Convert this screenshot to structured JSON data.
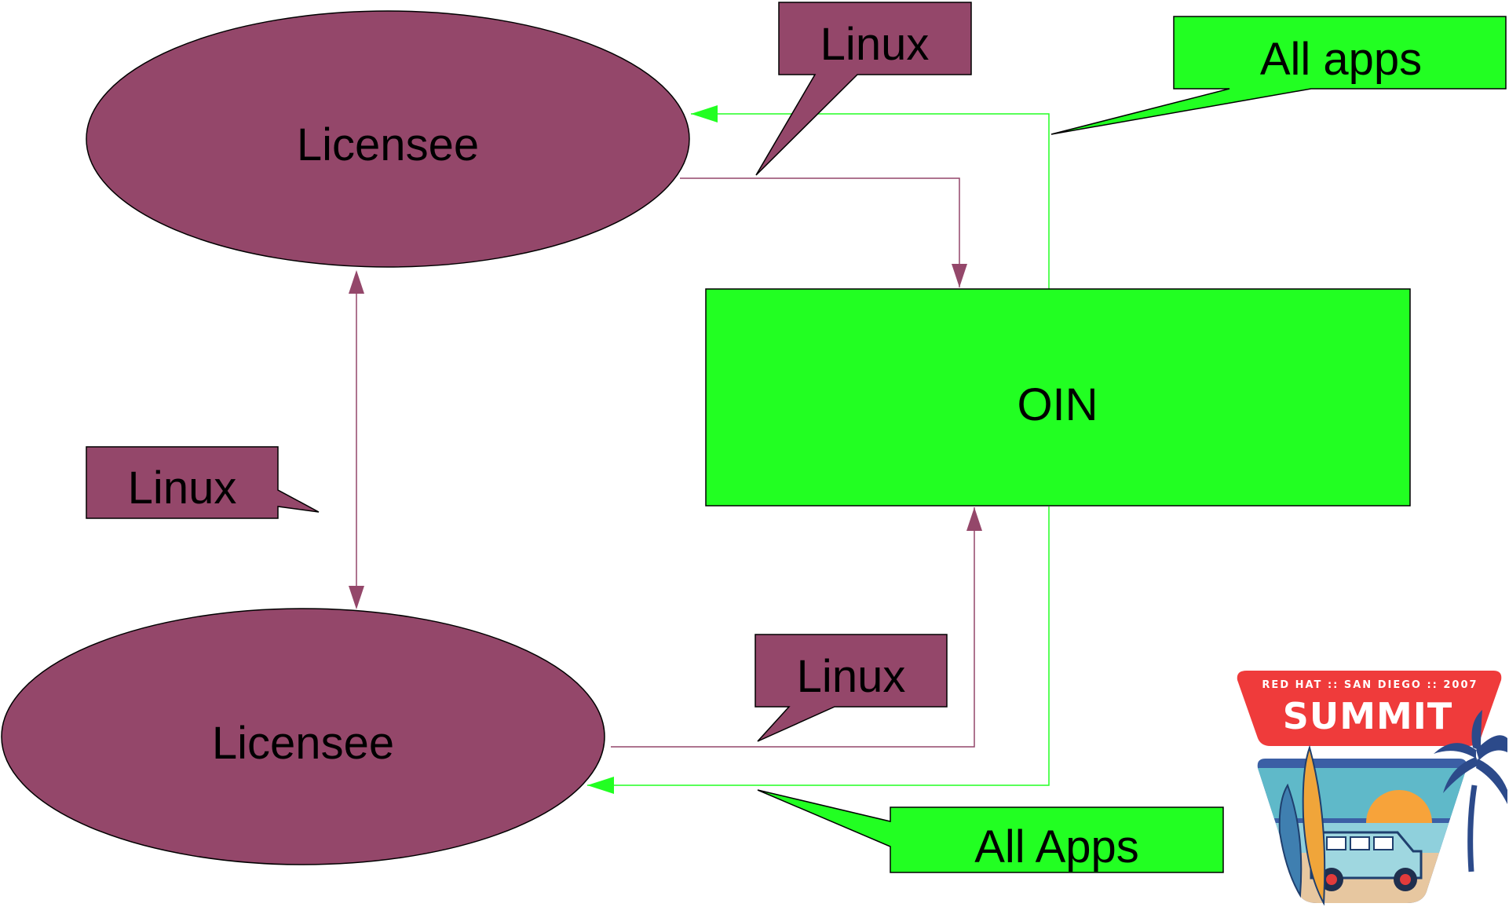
{
  "nodes": {
    "licensee_top": "Licensee",
    "licensee_bottom": "Licensee",
    "oin": "OIN"
  },
  "callouts": {
    "linux_top": "Linux",
    "linux_left": "Linux",
    "linux_bottom": "Linux",
    "all_apps_top": "All apps",
    "all_apps_bottom": "All Apps"
  },
  "logo": {
    "topline": "RED HAT :: SAN DIEGO :: 2007",
    "title": "SUMMIT"
  },
  "colors": {
    "licensee_fill": "#94476a",
    "oin_fill": "#22ff22",
    "link_purple": "#94476a",
    "link_green": "#22ff22",
    "logo_red": "#ef3b3b",
    "logo_blue": "#3b5fa5"
  }
}
